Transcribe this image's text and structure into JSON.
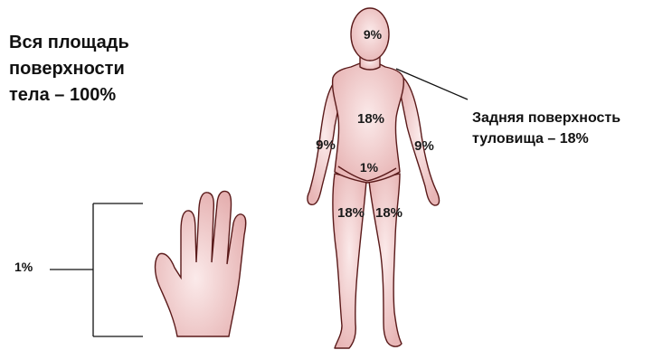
{
  "title_lines": [
    "Вся площадь",
    "поверхности",
    "тела – 100%"
  ],
  "callout_lines": [
    "Задняя поверхность",
    "туловища – 18%"
  ],
  "hand_label": "1%",
  "regions": {
    "head": "9%",
    "trunk": "18%",
    "left_arm": "9%",
    "right_arm": "9%",
    "groin": "1%",
    "left_leg": "18%",
    "right_leg": "18%"
  },
  "colors": {
    "skin_light": "#f8e2e2",
    "skin_dark": "#e7b4b4",
    "outline": "#5a1a1a",
    "text": "#111111"
  }
}
